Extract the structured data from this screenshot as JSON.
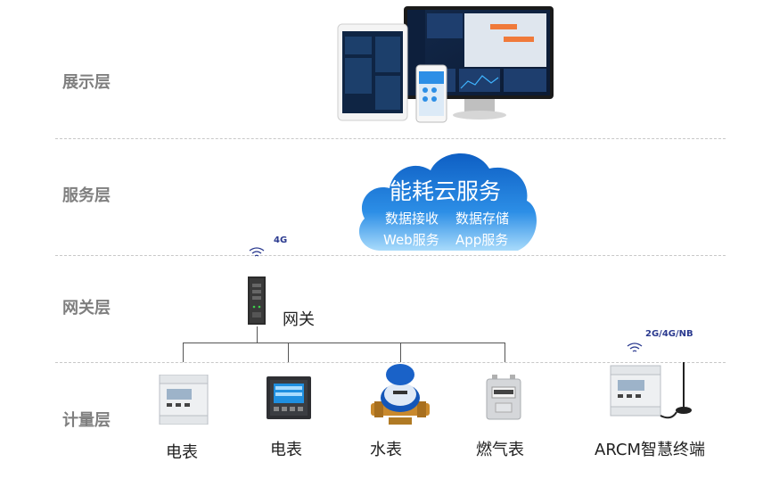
{
  "layers": {
    "display": "展示层",
    "service": "服务层",
    "gateway": "网关层",
    "metering": "计量层"
  },
  "cloud": {
    "title": "能耗云服务",
    "features": [
      "数据接收",
      "数据存储",
      "Web服务",
      "App服务"
    ]
  },
  "gateway": {
    "label": "网关",
    "network": "4G"
  },
  "devices": [
    {
      "label": "电表"
    },
    {
      "label": "电表"
    },
    {
      "label": "水表"
    },
    {
      "label": "燃气表"
    }
  ],
  "terminal": {
    "label": "ARCM智慧终端",
    "network": "2G/4G/NB"
  },
  "colors": {
    "layer_label": "#7f7f7f",
    "cloud_blue": "#1f77d2",
    "net_tag": "#2b3a8f"
  }
}
